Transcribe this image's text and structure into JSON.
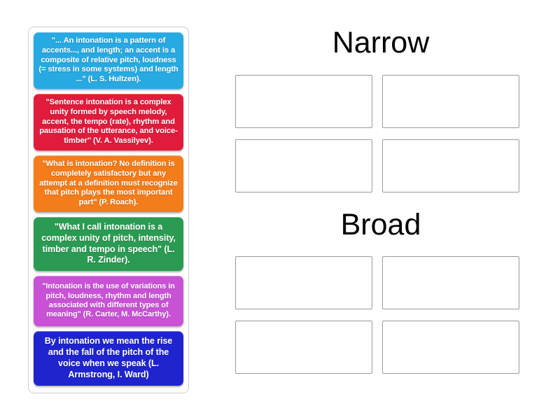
{
  "activity": {
    "type": "group-sort-drag-and-drop",
    "cards_panel_label": "draggable quote cards"
  },
  "cards": [
    {
      "id": "card-hultzen",
      "text": "\"... An intonation is a pattern of accents..., and length; an accent is a composite of relative pitch, loudness (= stress in some systems) and length ...\" (L. S. Hultzen).",
      "color": "#27A9E1",
      "size": "md"
    },
    {
      "id": "card-vassilyev",
      "text": "\"Sentence intonation is a complex unity formed by speech melody, accent, the tempo (rate), rhythm and pausation of the utterance, and voice-timber\" (V. A. Vassilyev).",
      "color": "#E11B3C",
      "size": "md"
    },
    {
      "id": "card-roach",
      "text": "\"What is intonation? No definition is completely satisfactory but any attempt at a definition must recognize that pitch plays the most important part\" (P. Roach).",
      "color": "#F47C1A",
      "size": "md"
    },
    {
      "id": "card-zinder",
      "text": "\"What I call intonation is a complex unity of pitch, intensity, timber and tempo in speech\" (L. R. Zinder).",
      "color": "#2B9A52",
      "size": "lg"
    },
    {
      "id": "card-carter-mccarthy",
      "text": "\"Intonation is the use of variations in pitch, loudness, rhythm and length associated with different types of meaning\" (R. Carter, M. McCarthy).",
      "color": "#C851D6",
      "size": "sm"
    },
    {
      "id": "card-armstrong-ward",
      "text": "By intonation we mean the rise and the fall of the pitch of the voice when we speak (L. Armstrong, I. Ward)",
      "color": "#1F24CE",
      "size": "lg"
    }
  ],
  "categories": [
    {
      "id": "narrow",
      "title": "Narrow",
      "dropzones": [
        {
          "id": "narrow-slot-1",
          "content": ""
        },
        {
          "id": "narrow-slot-2",
          "content": ""
        },
        {
          "id": "narrow-slot-3",
          "content": ""
        },
        {
          "id": "narrow-slot-4",
          "content": ""
        }
      ]
    },
    {
      "id": "broad",
      "title": "Broad",
      "dropzones": [
        {
          "id": "broad-slot-1",
          "content": ""
        },
        {
          "id": "broad-slot-2",
          "content": ""
        },
        {
          "id": "broad-slot-3",
          "content": ""
        },
        {
          "id": "broad-slot-4",
          "content": ""
        }
      ]
    }
  ],
  "colors": {
    "dropzone_border": "#9a9a9a",
    "panel_border": "#cfcfcf",
    "background": "#ffffff",
    "title_text": "#000000",
    "card_text": "#ffffff"
  }
}
